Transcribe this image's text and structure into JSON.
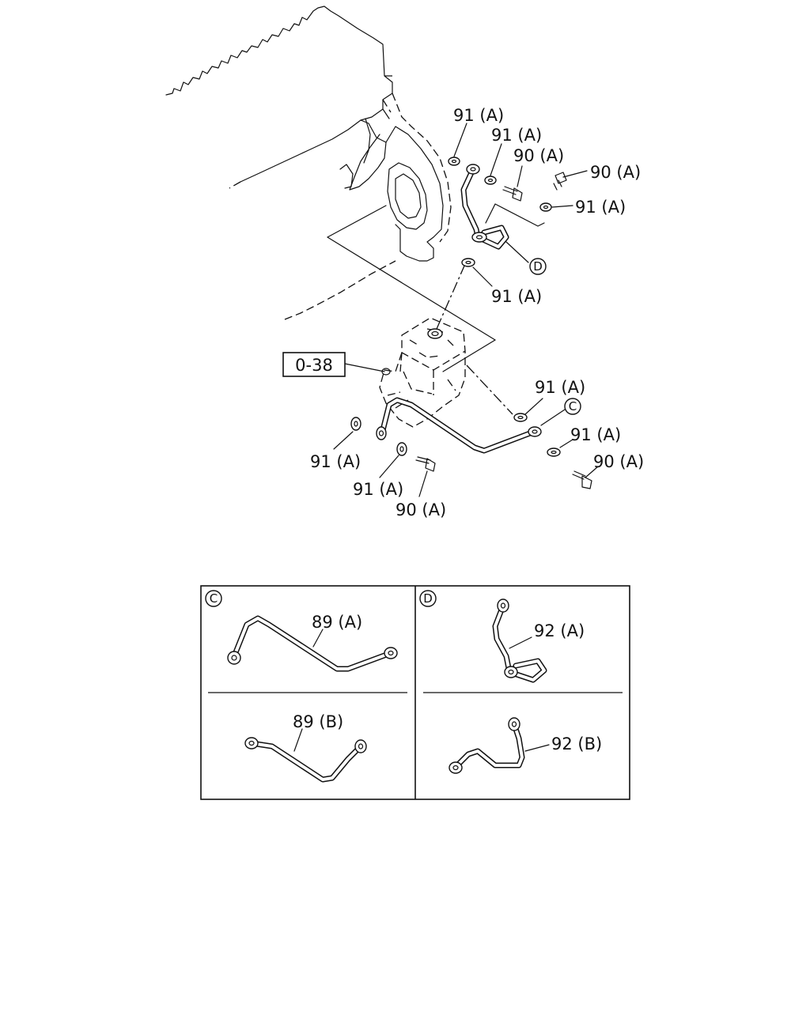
{
  "labels": {
    "p91a_1": "91 (A)",
    "p91a_2": "91 (A)",
    "p90a_1": "90 (A)",
    "p90a_2": "90 (A)",
    "p91a_3": "91 (A)",
    "p91a_4": "91 (A)",
    "p91a_5": "91 (A)",
    "p91a_6": "91 (A)",
    "p91a_7": "91 (A)",
    "p91a_8": "91 (A)",
    "p90a_3": "90 (A)",
    "p90a_4": "90 (A)",
    "ref_box": "0-38",
    "callout_c": "C",
    "callout_d": "D"
  },
  "inset": {
    "left_tag": "C",
    "right_tag": "D",
    "p89a": "89 (A)",
    "p89b": "89 (B)",
    "p92a": "92 (A)",
    "p92b": "92 (B)"
  }
}
